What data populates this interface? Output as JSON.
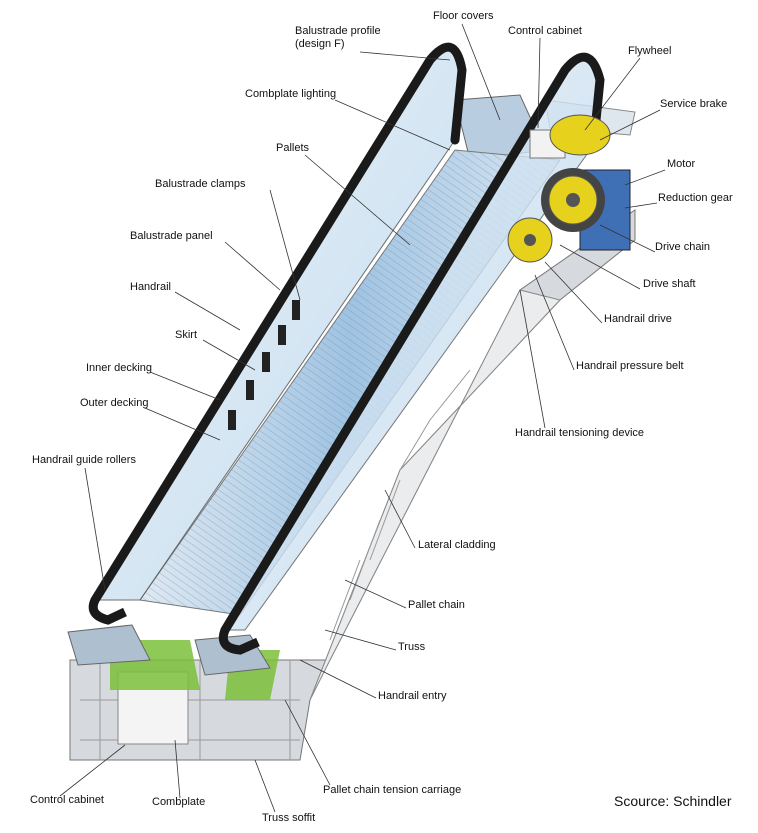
{
  "labels": {
    "balustrade_profile": "Balustrade profile",
    "balustrade_profile_sub": "(design F)",
    "floor_covers": "Floor covers",
    "control_cabinet_top": "Control cabinet",
    "flywheel": "Flywheel",
    "service_brake": "Service brake",
    "motor": "Motor",
    "reduction_gear": "Reduction gear",
    "drive_chain": "Drive chain",
    "drive_shaft": "Drive shaft",
    "handrail_drive": "Handrail drive",
    "handrail_pressure_belt": "Handrail pressure belt",
    "handrail_tensioning_device": "Handrail tensioning device",
    "lateral_cladding": "Lateral cladding",
    "pallet_chain": "Pallet chain",
    "truss": "Truss",
    "handrail_entry": "Handrail entry",
    "pallet_chain_tension_carriage": "Pallet chain tension carriage",
    "truss_soffit": "Truss soffit",
    "combplate": "Combplate",
    "control_cabinet_bottom": "Control cabinet",
    "handrail_guide_rollers": "Handrail guide rollers",
    "outer_decking": "Outer decking",
    "inner_decking": "Inner decking",
    "skirt": "Skirt",
    "handrail": "Handrail",
    "balustrade_panel": "Balustrade panel",
    "balustrade_clamps": "Balustrade clamps",
    "pallets": "Pallets",
    "combplate_lighting": "Combplate lighting"
  },
  "source": "Scource: Schindler",
  "colors": {
    "glass": "#cfe3f3",
    "handrail": "#1a1a1a",
    "truss": "#c9cdd2",
    "gear": "#e6d21c",
    "motor": "#3f6fb5",
    "green": "#7bbf3a"
  }
}
